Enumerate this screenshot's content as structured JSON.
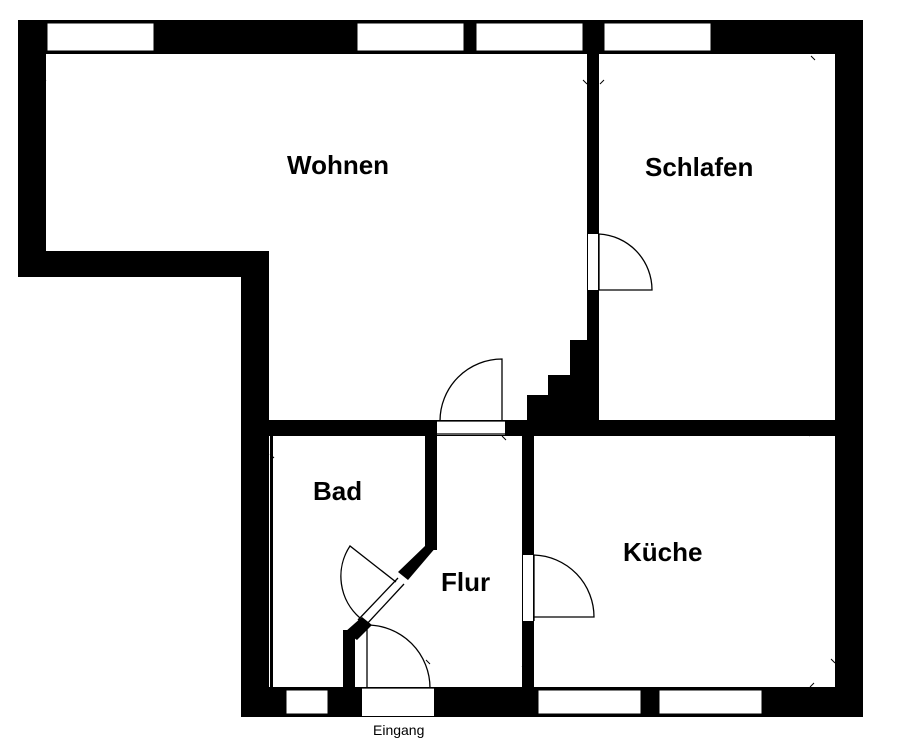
{
  "rooms": {
    "wohnen": "Wohnen",
    "schlafen": "Schlafen",
    "bad": "Bad",
    "flur": "Flur",
    "kueche": "Küche"
  },
  "entrance": "Eingang",
  "colors": {
    "wall": "#000000",
    "window": "#ffffff",
    "door_line": "#000000"
  }
}
